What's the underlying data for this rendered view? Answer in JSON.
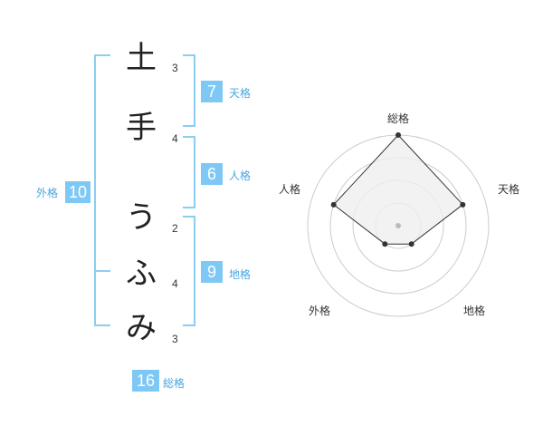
{
  "characters": [
    {
      "char": "土",
      "strokes": "3"
    },
    {
      "char": "手",
      "strokes": "4"
    },
    {
      "char": "う",
      "strokes": "2"
    },
    {
      "char": "ふ",
      "strokes": "4"
    },
    {
      "char": "み",
      "strokes": "3"
    }
  ],
  "badges": {
    "tenkaku": {
      "value": "7",
      "label": "天格"
    },
    "jinkaku": {
      "value": "6",
      "label": "人格"
    },
    "chikaku": {
      "value": "9",
      "label": "地格"
    },
    "gaikaku": {
      "value": "10",
      "label": "外格"
    },
    "soukaku": {
      "value": "16",
      "label": "総格"
    }
  },
  "radar": {
    "labels": {
      "soukaku": "総格",
      "tenkaku": "天格",
      "chikaku": "地格",
      "gaikaku": "外格",
      "jinkaku": "人格"
    },
    "order": [
      "soukaku",
      "tenkaku",
      "chikaku",
      "gaikaku",
      "jinkaku"
    ],
    "rings": 4,
    "scores": {
      "soukaku": 4,
      "tenkaku": 3,
      "chikaku": 1,
      "gaikaku": 1,
      "jinkaku": 3
    },
    "colors": {
      "ring": "#cccccc",
      "fill": "#efefef",
      "line": "#333333",
      "point": "#333333",
      "center": "#bbbbbb"
    }
  }
}
